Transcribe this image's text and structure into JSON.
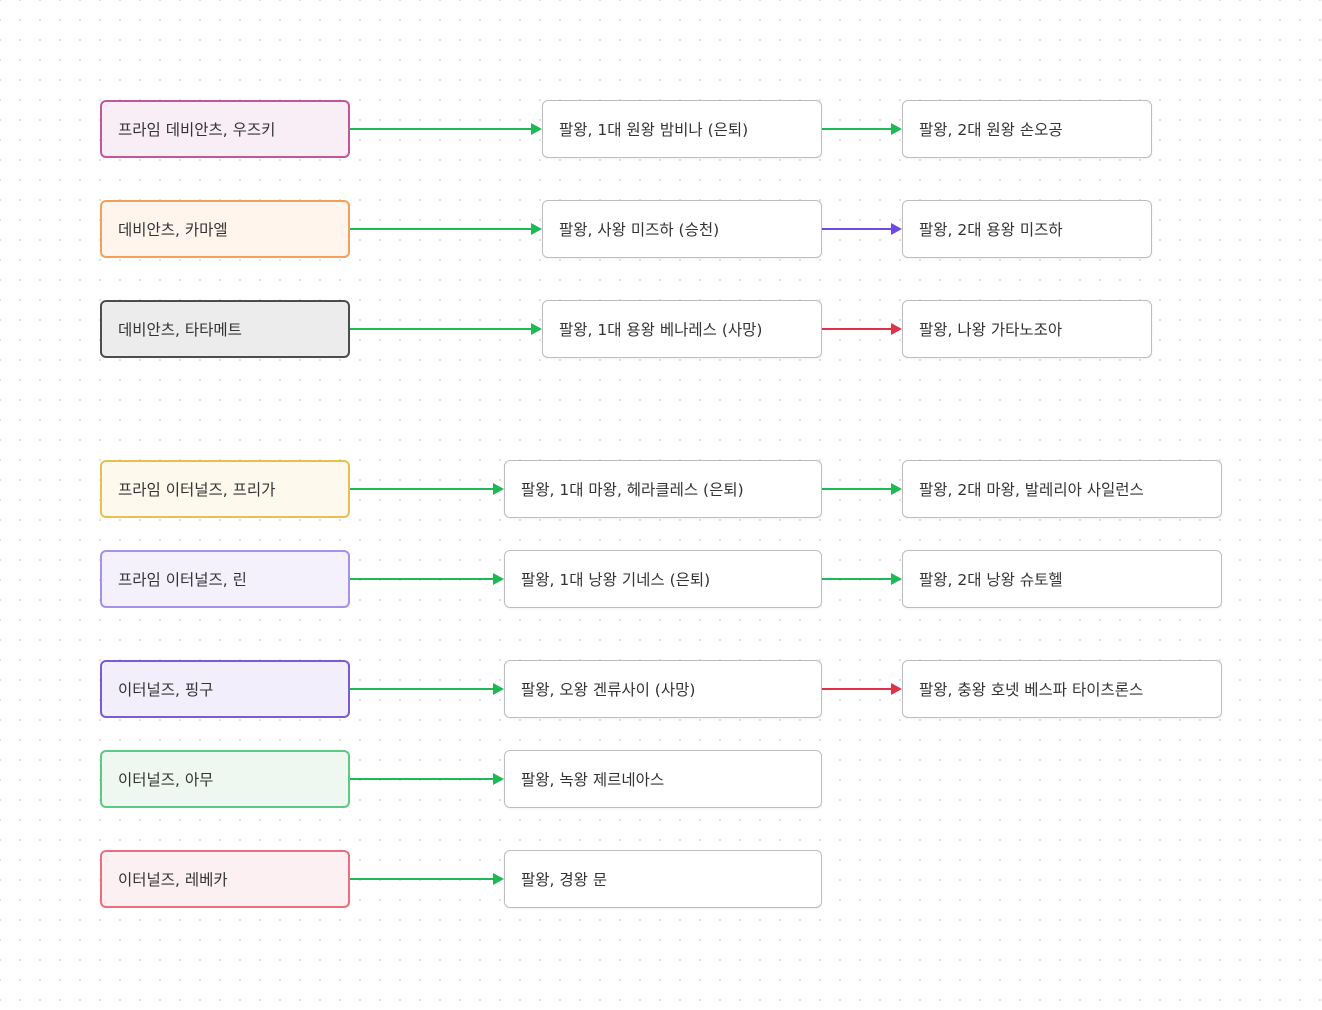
{
  "colors": {
    "green": "#1db954",
    "purple": "#7048e8",
    "red": "#e03148",
    "palette": {
      "pink": {
        "border": "#c2559d",
        "fill": "#f9eef5"
      },
      "orange": {
        "border": "#f2a05a",
        "fill": "#fff5ec"
      },
      "gray": {
        "border": "#4d4d4d",
        "fill": "#ececec"
      },
      "yellow": {
        "border": "#e8c050",
        "fill": "#fdf9ec"
      },
      "lavender": {
        "border": "#a590ea",
        "fill": "#f4f1fd"
      },
      "violet": {
        "border": "#7a5ad6",
        "fill": "#f2eefc"
      },
      "mint": {
        "border": "#5ccb82",
        "fill": "#eef8f1"
      },
      "rose": {
        "border": "#ec6d7d",
        "fill": "#fdf0f2"
      }
    }
  },
  "nodes": [
    {
      "id": "n1",
      "label": "프라임 데비안츠, 우즈키",
      "kind": "src",
      "palette": "pink"
    },
    {
      "id": "n2",
      "label": "팔왕, 1대 원왕 밤비나 (은퇴)",
      "kind": "dst"
    },
    {
      "id": "n3",
      "label": "팔왕, 2대 원왕 손오공",
      "kind": "dst"
    },
    {
      "id": "n4",
      "label": "데비안츠, 카마엘",
      "kind": "src",
      "palette": "orange"
    },
    {
      "id": "n5",
      "label": "팔왕, 사왕 미즈하 (승천)",
      "kind": "dst"
    },
    {
      "id": "n6",
      "label": "팔왕, 2대 용왕 미즈하",
      "kind": "dst"
    },
    {
      "id": "n7",
      "label": "데비안츠, 타타메트",
      "kind": "src",
      "palette": "gray"
    },
    {
      "id": "n8",
      "label": "팔왕, 1대 용왕 베나레스 (사망)",
      "kind": "dst"
    },
    {
      "id": "n9",
      "label": "팔왕, 나왕 가타노조아",
      "kind": "dst"
    },
    {
      "id": "n10",
      "label": "프라임 이터널즈, 프리가",
      "kind": "src",
      "palette": "yellow"
    },
    {
      "id": "n11",
      "label": "팔왕, 1대 마왕, 헤라클레스 (은퇴)",
      "kind": "dst"
    },
    {
      "id": "n12",
      "label": "팔왕, 2대 마왕, 발레리아 사일런스",
      "kind": "dst"
    },
    {
      "id": "n13",
      "label": "프라임 이터널즈, 린",
      "kind": "src",
      "palette": "lavender"
    },
    {
      "id": "n14",
      "label": "팔왕, 1대 낭왕 기네스 (은퇴)",
      "kind": "dst"
    },
    {
      "id": "n15",
      "label": "팔왕, 2대 낭왕 슈토헬",
      "kind": "dst"
    },
    {
      "id": "n16",
      "label": "이터널즈, 핑구",
      "kind": "src",
      "palette": "violet"
    },
    {
      "id": "n17",
      "label": "팔왕, 오왕 겐류사이 (사망)",
      "kind": "dst"
    },
    {
      "id": "n18",
      "label": "팔왕, 충왕 호넷 베스파 타이츠론스",
      "kind": "dst"
    },
    {
      "id": "n19",
      "label": "이터널즈, 아무",
      "kind": "src",
      "palette": "mint"
    },
    {
      "id": "n20",
      "label": "팔왕, 녹왕 제르네아스",
      "kind": "dst"
    },
    {
      "id": "n21",
      "label": "이터널즈, 레베카",
      "kind": "src",
      "palette": "rose"
    },
    {
      "id": "n22",
      "label": "팔왕, 경왕 문",
      "kind": "dst"
    }
  ],
  "edges": [
    {
      "from": "n1",
      "to": "n2",
      "color": "green"
    },
    {
      "from": "n2",
      "to": "n3",
      "color": "green"
    },
    {
      "from": "n4",
      "to": "n5",
      "color": "green"
    },
    {
      "from": "n5",
      "to": "n6",
      "color": "purple"
    },
    {
      "from": "n7",
      "to": "n8",
      "color": "green"
    },
    {
      "from": "n8",
      "to": "n9",
      "color": "red"
    },
    {
      "from": "n10",
      "to": "n11",
      "color": "green"
    },
    {
      "from": "n11",
      "to": "n12",
      "color": "green"
    },
    {
      "from": "n13",
      "to": "n14",
      "color": "green"
    },
    {
      "from": "n14",
      "to": "n15",
      "color": "green"
    },
    {
      "from": "n16",
      "to": "n17",
      "color": "green"
    },
    {
      "from": "n17",
      "to": "n18",
      "color": "red"
    },
    {
      "from": "n19",
      "to": "n20",
      "color": "green"
    },
    {
      "from": "n21",
      "to": "n22",
      "color": "green"
    }
  ]
}
